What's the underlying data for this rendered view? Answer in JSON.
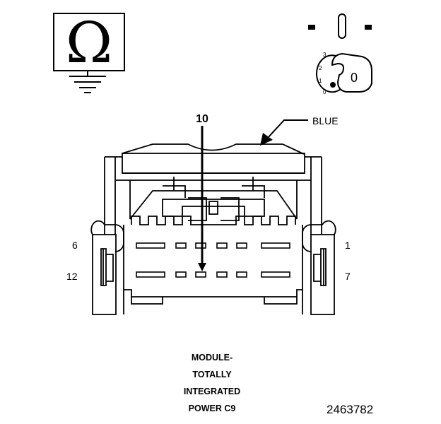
{
  "ohm_symbol": "Ω",
  "key_positions": [
    "3",
    "2",
    "1",
    "0"
  ],
  "key_label": "0",
  "callouts": {
    "cavity": "10",
    "color": "BLUE"
  },
  "pins": {
    "top_left": "6",
    "bottom_left": "12",
    "top_right": "1",
    "bottom_right": "7"
  },
  "caption_lines": [
    "MODULE-",
    "TOTALLY",
    "INTEGRATED",
    "POWER C9"
  ],
  "figure_number": "2463782",
  "colors": {
    "ink": "#000000",
    "background": "#ffffff"
  }
}
